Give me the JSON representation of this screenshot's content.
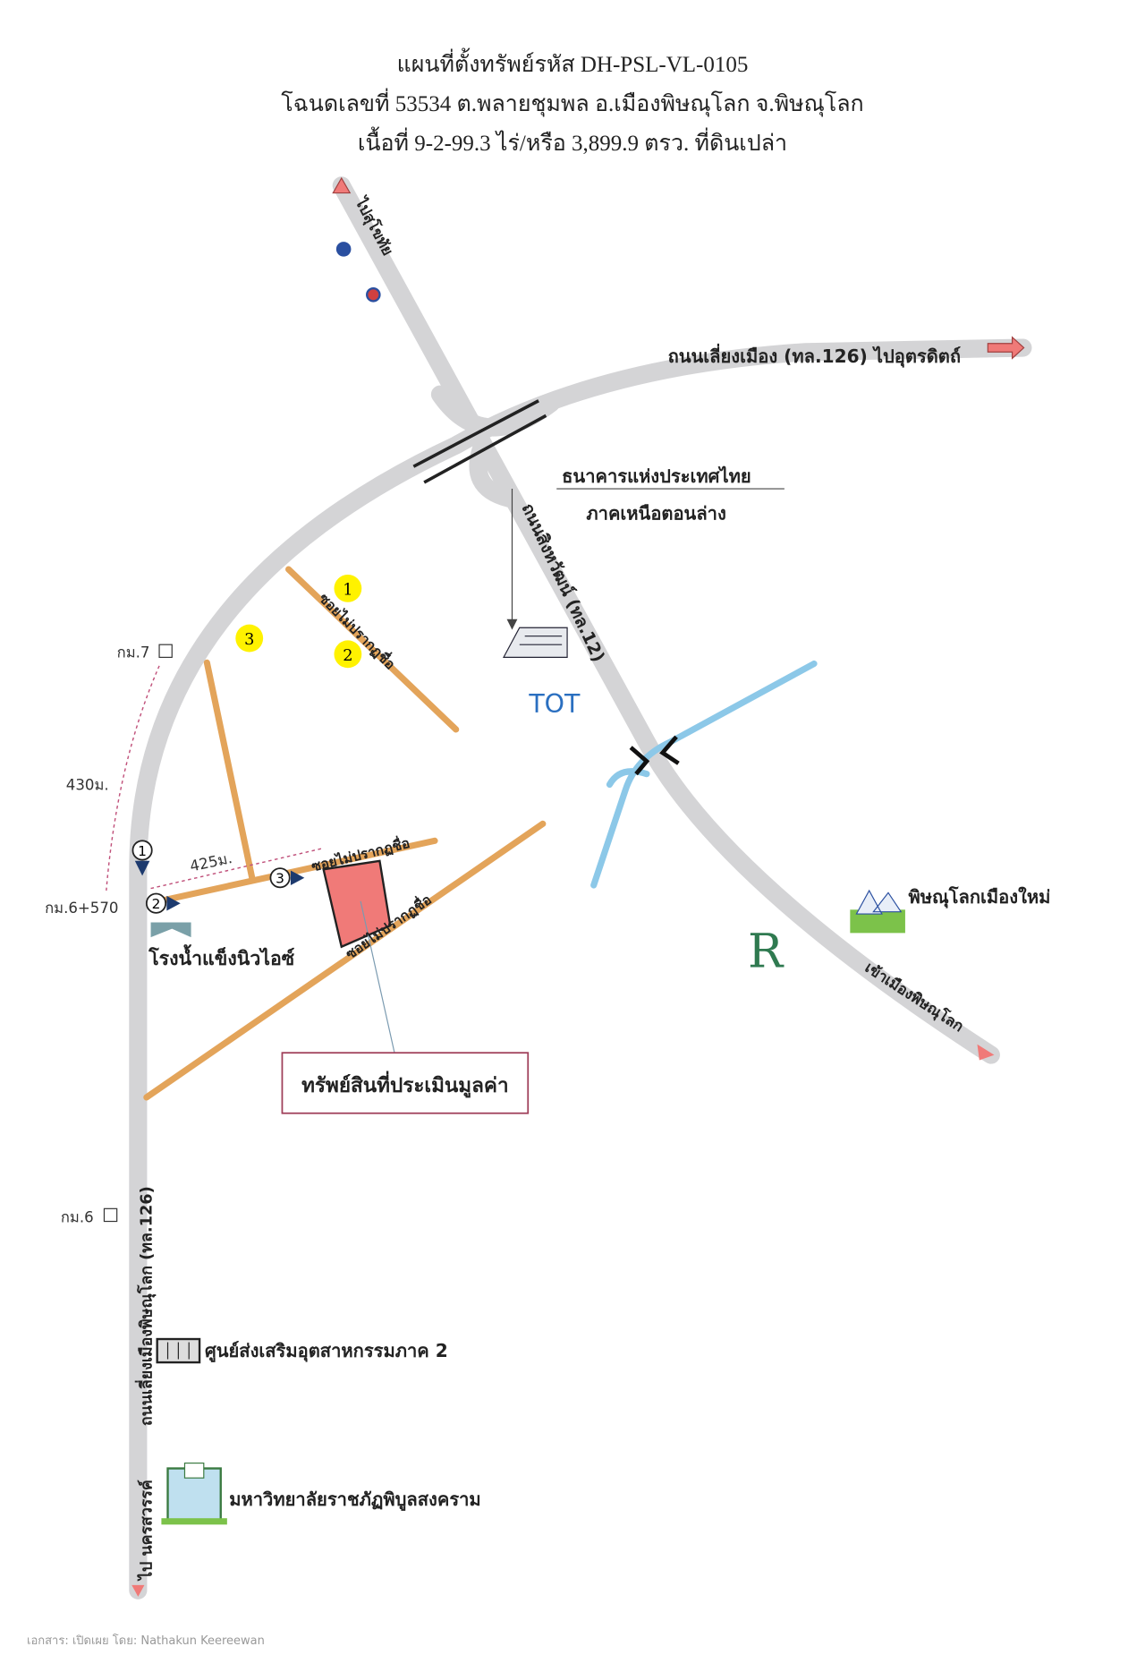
{
  "header": {
    "line1": "แผนที่ตั้งทรัพย์รหัส  DH-PSL-VL-0105",
    "line2": "โฉนดเลขที่ 53534 ต.พลายชุมพล อ.เมืองพิษณุโลก จ.พิษณุโลก",
    "line3": "เนื้อที่ 9-2-99.3 ไร่/หรือ 3,899.9 ตรว. ที่ดินเปล่า"
  },
  "roads": {
    "to_sukhothai": "ไปสุโขทัย",
    "bypass_to_uttaradit": "ถนนเลี่ยงเมือง (ทล.126) ไปอุตรดิตถ์",
    "singhawat": "ถนนสิงหวัฒน์ (ทล.12)",
    "to_city": "เข้าเมืองพิษณุโลก",
    "bypass_phitsanulok": "ถนนเลี่ยงเมืองพิษณุโลก (ทล.126)",
    "to_nakhonsawan": "ไป นครสวรรค์",
    "soi_unnamed": "ซอยไม่ปรากฏชื่อ"
  },
  "landmarks": {
    "bank_line1": "ธนาคารแห่งประเทศไทย",
    "bank_line2": "ภาคเหนือตอนล่าง",
    "tot": "TOT",
    "new_city": "พิษณุโลกเมืองใหม่",
    "ice_factory": "โรงน้ำแข็งนิวไอซ์",
    "industry_center": "ศูนย์ส่งเสริมอุตสาหกรรมภาค 2",
    "university": "มหาวิทยาลัยราชภัฏพิบูลสงคราม",
    "property": "ทรัพย์สินที่ประเมินมูลค่า"
  },
  "distances": {
    "km7": "กม.7",
    "km6_570": "กม.6+570",
    "km6": "กม.6",
    "d430": "430ม.",
    "d425": "425ม."
  },
  "markers": {
    "m1": "1",
    "m2": "2",
    "m3": "3"
  },
  "footer": "เอกสาร: เปิดเผย โดย: Nathakun  Keereewan",
  "colors": {
    "road": "#d4d4d6",
    "soi": "#e3a45a",
    "property": "#f07a78",
    "river": "#8cc8e8",
    "marker": "#fff200",
    "distance": "#c0507a"
  }
}
